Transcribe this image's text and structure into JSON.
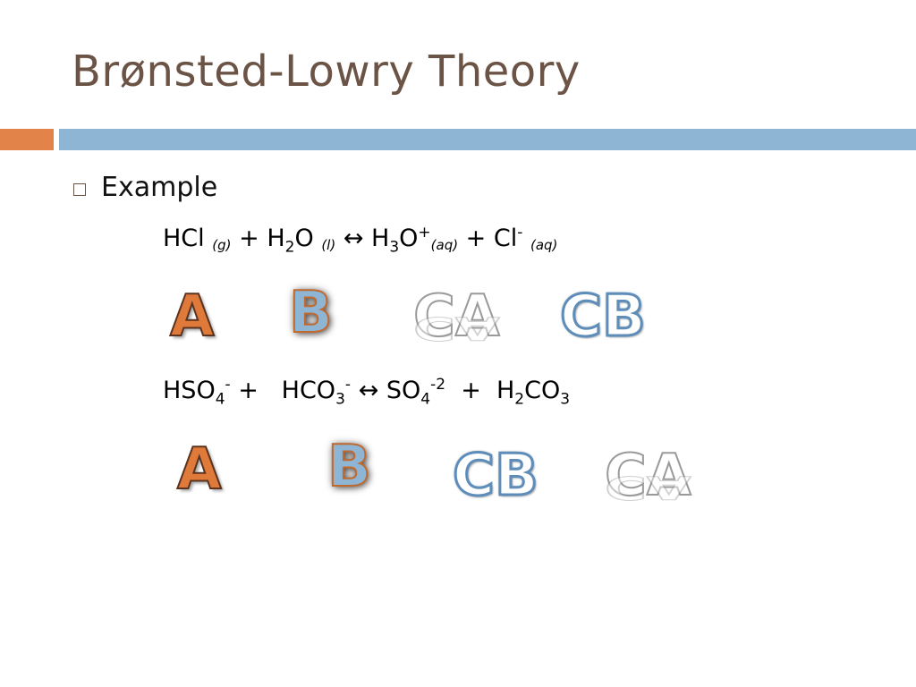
{
  "title": "Brønsted-Lowry Theory",
  "accent_colors": {
    "orange": "#e2844a",
    "blue": "#8fb5d4",
    "title_brown": "#6b5446"
  },
  "bullet": {
    "icon": "square-bullet-icon",
    "text": "Example"
  },
  "equation1": {
    "r1": "HCl",
    "r1_state": "(g)",
    "plus1": "+",
    "r2_a": "H",
    "r2_sub": "2",
    "r2_b": "O",
    "r2_state": "(l)",
    "arrow": "↔",
    "p1_a": "H",
    "p1_sub": "3",
    "p1_b": "O",
    "p1_sup": "+",
    "p1_state": "(aq)",
    "plus2": "+",
    "p2": "Cl",
    "p2_sup": "-",
    "p2_state": "(aq)"
  },
  "labels1": [
    "A",
    "B",
    "CA",
    "CB"
  ],
  "equation2": {
    "r1_a": "HSO",
    "r1_sub": "4",
    "r1_sup": "-",
    "plus1": "+",
    "r2_a": "HCO",
    "r2_sub": "3",
    "r2_sup": "-",
    "arrow": "↔",
    "p1_a": "SO",
    "p1_sub": "4",
    "p1_sup": "-2",
    "plus2": "+",
    "p2_a": "H",
    "p2_sub": "2",
    "p2_b": "CO",
    "p2_sub2": "3"
  },
  "labels2": [
    "A",
    "B",
    "CB",
    "CA"
  ]
}
